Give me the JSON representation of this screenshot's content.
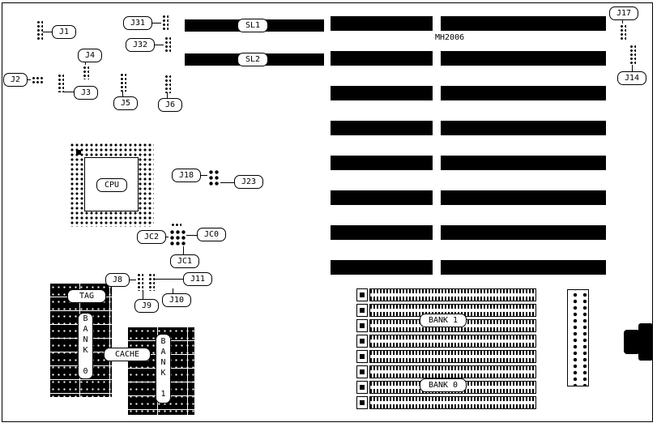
{
  "board": {
    "model": "MH2006",
    "line_color": "#000000",
    "background_color": "#ffffff"
  },
  "cpu": {
    "label": "CPU"
  },
  "slots": {
    "sl1": "SL1",
    "sl2": "SL2"
  },
  "cache": {
    "tag": "TAG",
    "label": "CACHE",
    "bank0": "BANK 0",
    "bank1": "BANK 1"
  },
  "memory": {
    "bank0": "BANK 0",
    "bank1": "BANK 1"
  },
  "jumpers": {
    "j1": "J1",
    "j2": "J2",
    "j3": "J3",
    "j4": "J4",
    "j5": "J5",
    "j6": "J6",
    "j8": "J8",
    "j9": "J9",
    "j10": "J10",
    "j11": "J11",
    "j14": "J14",
    "j17": "J17",
    "j18": "J18",
    "j23": "J23",
    "j31": "J31",
    "j32": "J32",
    "jc0": "JC0",
    "jc1": "JC1",
    "jc2": "JC2"
  }
}
